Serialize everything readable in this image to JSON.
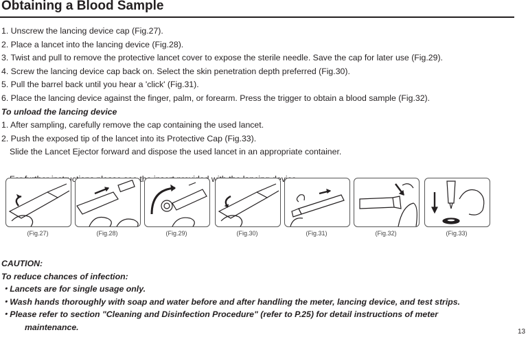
{
  "title": "Obtaining a Blood Sample",
  "steps": [
    "1. Unscrew the lancing device cap (Fig.27).",
    "2. Place a lancet into the lancing device (Fig.28).",
    "3. Twist and pull to remove the protective lancet cover to expose the sterile needle.  Save the cap for later use (Fig.29).",
    "4. Screw the lancing device cap back on.  Select the skin penetration depth preferred (Fig.30).",
    "5. Pull the barrel back until you hear a 'click' (Fig.31).",
    "6. Place the lancing device against the finger, palm, or forearm.  Press the trigger to obtain a blood sample (Fig.32)."
  ],
  "unload": {
    "heading": "To unload the lancing device",
    "steps": [
      "1. After sampling, carefully remove the cap containing the used lancet.",
      "2. Push the exposed tip of the lancet into its Protective Cap (Fig.33)."
    ],
    "note": "Slide the Lancet Ejector forward and dispose the used lancet in an appropriate container.",
    "further": "For further instructions please see the insert provided with the lancing device."
  },
  "figures": [
    {
      "caption": "(Fig.27)",
      "icon": "unscrew-cap-icon"
    },
    {
      "caption": "(Fig.28)",
      "icon": "insert-lancet-icon"
    },
    {
      "caption": "(Fig.29)",
      "icon": "twist-cover-icon"
    },
    {
      "caption": "(Fig.30)",
      "icon": "screw-cap-icon"
    },
    {
      "caption": "(Fig.31)",
      "icon": "pull-barrel-icon"
    },
    {
      "caption": "(Fig.32)",
      "icon": "press-trigger-icon"
    },
    {
      "caption": "(Fig.33)",
      "icon": "eject-lancet-icon"
    }
  ],
  "caution": {
    "label": "CAUTION:",
    "heading": "To reduce chances of infection:",
    "items": [
      "・Lancets are for single usage only.",
      "・Wash hands thoroughly with soap and water before and after handling the meter, lancing device, and test strips.",
      "・Please refer to section \"Cleaning and Disinfection Procedure\" (refer to P.25) for detail instructions of meter"
    ],
    "continuation": "maintenance."
  },
  "page_number": "13"
}
